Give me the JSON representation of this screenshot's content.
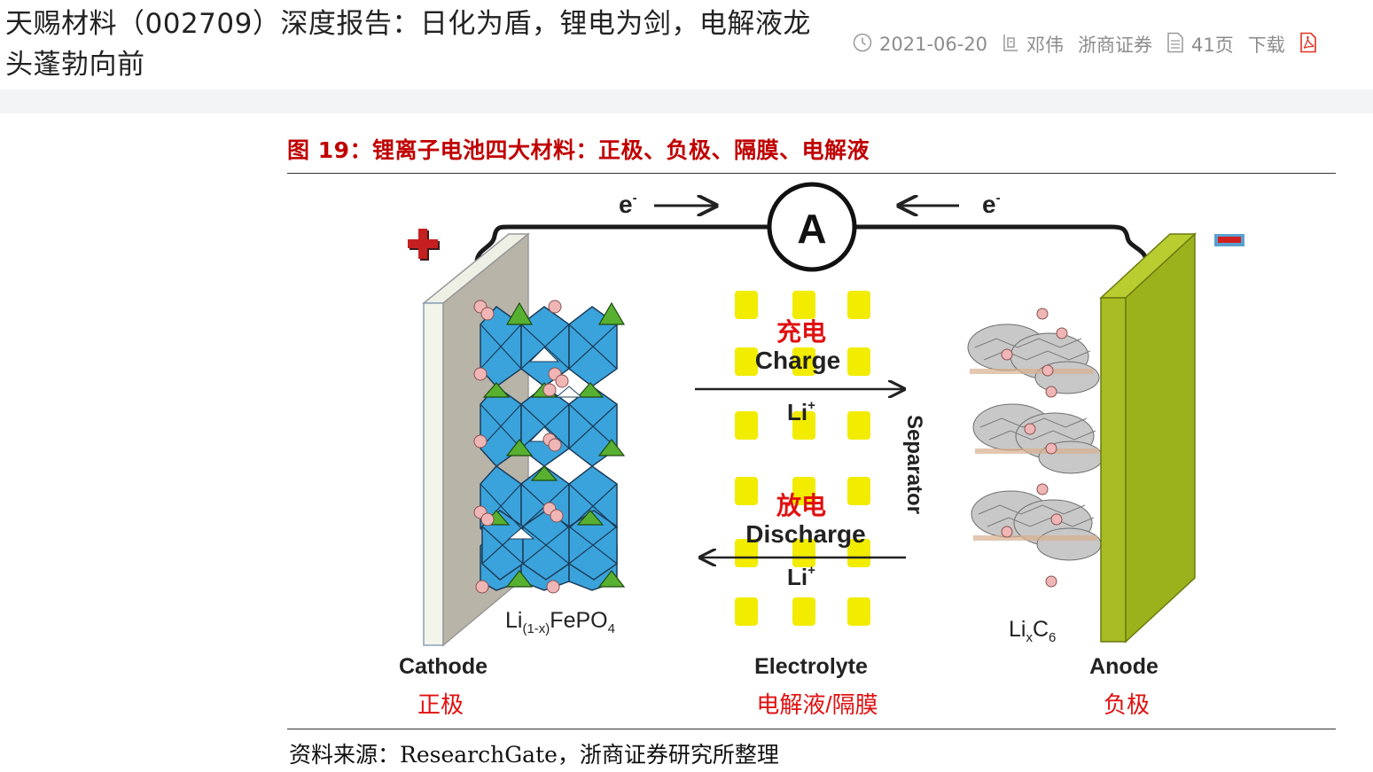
{
  "article": {
    "title": "天赐材料（002709）深度报告：日化为盾，锂电为剑，电解液龙头蓬勃向前"
  },
  "meta": {
    "date": "2021-06-20",
    "author": "邓伟",
    "broker": "浙商证券",
    "pages": "41页",
    "download": "下载"
  },
  "figure": {
    "caption": "图 19：锂离子电池四大材料：正极、负极、隔膜、电解液",
    "source": "资料来源：ResearchGate，浙商证券研究所整理",
    "diagram": {
      "plus_sign": "+",
      "electron_left": "e",
      "electron_right": "e",
      "electron_sup": "-",
      "ammeter": "A",
      "charge_cn": "充电",
      "charge_en": "Charge",
      "ion": "Li",
      "ion_sup": "+",
      "discharge_cn": "放电",
      "discharge_en": "Discharge",
      "separator": "Separator",
      "cathode_formula_main": "Li",
      "cathode_formula_sub": "(1-x)",
      "cathode_formula_rest": "FePO",
      "cathode_formula_sub2": "4",
      "anode_formula_main": "Li",
      "anode_formula_sub": "x",
      "anode_formula_rest": "C",
      "anode_formula_sub2": "6",
      "cathode_label": "Cathode",
      "cathode_cn": "正极",
      "electrolyte_label": "Electrolyte",
      "electrolyte_cn": "电解液/隔膜",
      "anode_label": "Anode",
      "anode_cn": "负极"
    }
  },
  "colors": {
    "caption_red": "#c00000",
    "label_red": "#e01010",
    "octahedron_blue": "#3aa3dc",
    "tetra_green": "#58b030",
    "anode_olive": "#9cb21c",
    "electrolyte_yellow": "#f2ec00",
    "lithium_pink": "#f0b6b6"
  }
}
